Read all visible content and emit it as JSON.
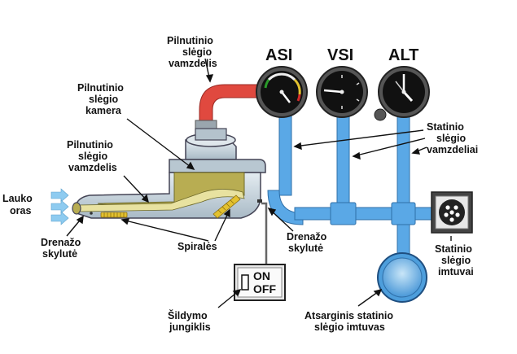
{
  "labels": {
    "pitot_tube_top": [
      "Pilnutinio",
      "slėgio",
      "vamzdelis"
    ],
    "pitot_chamber": [
      "Pilnutinio",
      "slėgio",
      "kamera"
    ],
    "pitot_tube_inner": [
      "Pilnutinio",
      "slėgio",
      "vamzdelis"
    ],
    "outside_air": [
      "Lauko",
      "oras"
    ],
    "drain_hole_left": [
      "Drenažo",
      "skylutė"
    ],
    "heater_coils": [
      "Spiralės"
    ],
    "drain_hole_right": [
      "Drenažo",
      "skylutė"
    ],
    "static_lines": [
      "Statinio",
      "slėgio",
      "vamzdeliai"
    ],
    "static_ports": [
      "Statinio",
      "slėgio",
      "imtuvai"
    ],
    "alternate_static": [
      "Atsarginis statinio",
      "slėgio imtuvas"
    ],
    "heater_switch": [
      "Šildymo",
      "jungiklis"
    ]
  },
  "instruments": {
    "asi": "ASI",
    "vsi": "VSI",
    "alt": "ALT"
  },
  "switch": {
    "on": "ON",
    "off": "OFF"
  },
  "colors": {
    "static_line": "#5aa8e6",
    "pitot_line": "#e0493f",
    "probe_body": "#c5d3dc",
    "chamber_fill": "#b8ad52",
    "heater": "#e3c12f",
    "arrow": "#8ecbf0"
  }
}
